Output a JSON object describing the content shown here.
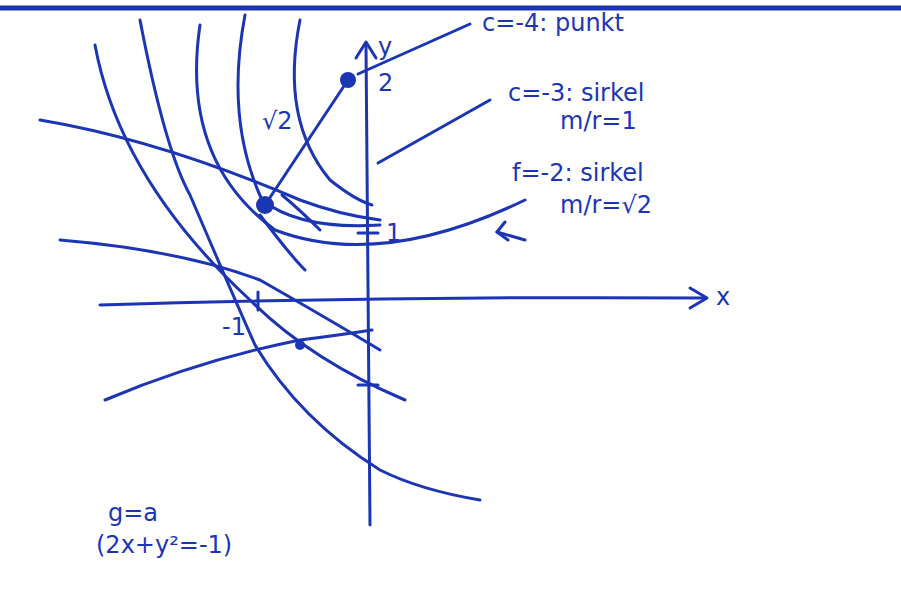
{
  "diagram": {
    "labels": [
      "c=-4: punkt",
      "c=-3: sirkel",
      "m/r=1",
      "f=-2: sirkel",
      "m/r=√2",
      "y",
      "2",
      "√2",
      "1",
      "-1",
      "x",
      "g=a",
      "(2x+y²=-1)"
    ]
  }
}
